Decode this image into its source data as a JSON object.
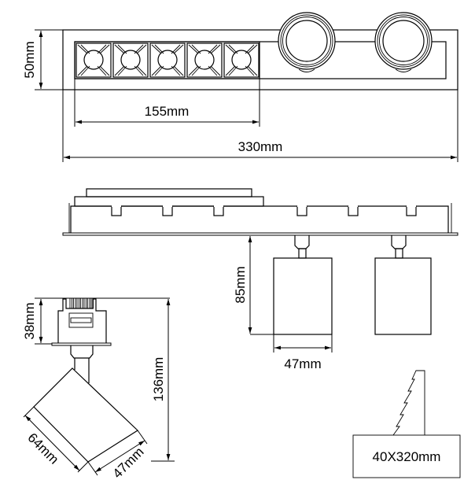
{
  "dimensions": {
    "top_height": "50mm",
    "led_module_length": "155mm",
    "total_length": "330mm",
    "spot_projection": "85mm",
    "spot_diameter": "47mm",
    "recess_depth": "38mm",
    "total_height": "136mm",
    "head_length": "64mm",
    "head_diameter": "47mm"
  },
  "cutout": {
    "label": "40X320mm"
  },
  "colors": {
    "line": "#000000",
    "background": "#ffffff"
  }
}
